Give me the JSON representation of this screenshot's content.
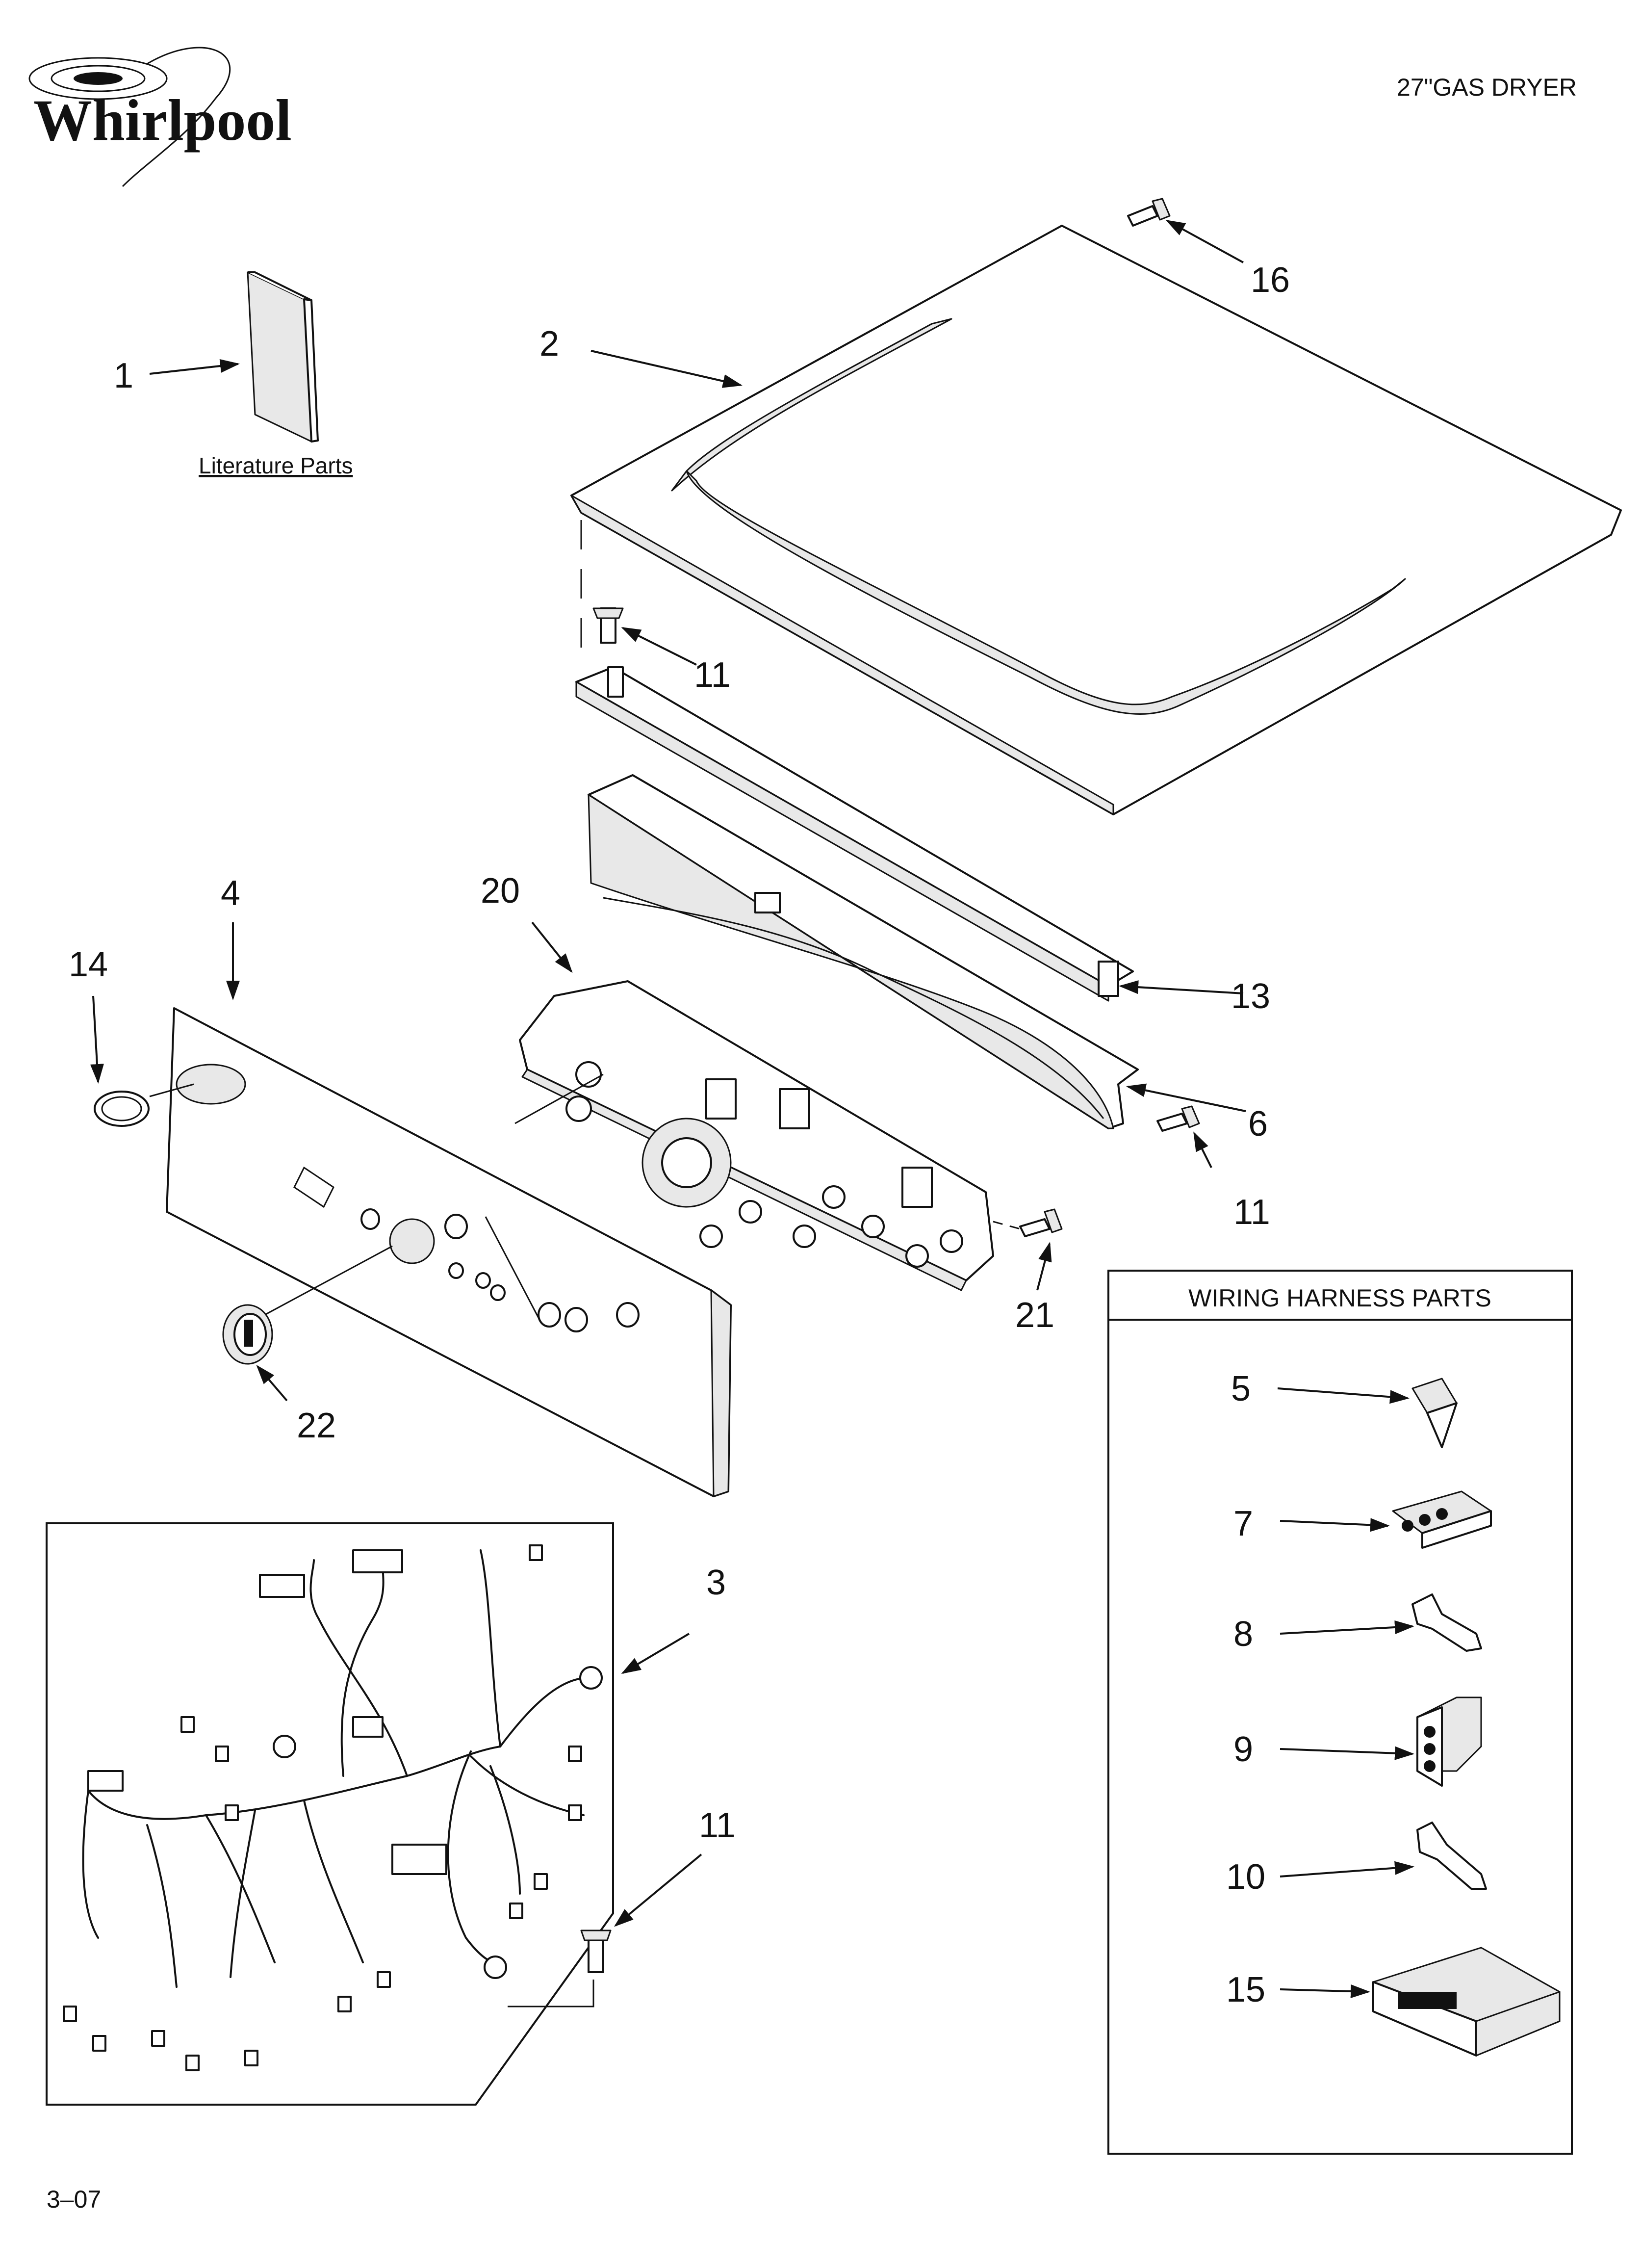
{
  "header": {
    "brand": "Whirlpool",
    "model_title": "27\"GAS DRYER"
  },
  "literature": {
    "caption": "Literature Parts"
  },
  "harness_box": {
    "title": "WIRING HARNESS PARTS"
  },
  "callouts": {
    "c1": "1",
    "c2": "2",
    "c3": "3",
    "c4": "4",
    "c5": "5",
    "c6": "6",
    "c7": "7",
    "c8": "8",
    "c9": "9",
    "c10": "10",
    "c11a": "11",
    "c11b": "11",
    "c11c": "11",
    "c13": "13",
    "c14": "14",
    "c15": "15",
    "c16": "16",
    "c20": "20",
    "c21": "21",
    "c22": "22"
  },
  "footer": {
    "date_code": "3–07"
  }
}
